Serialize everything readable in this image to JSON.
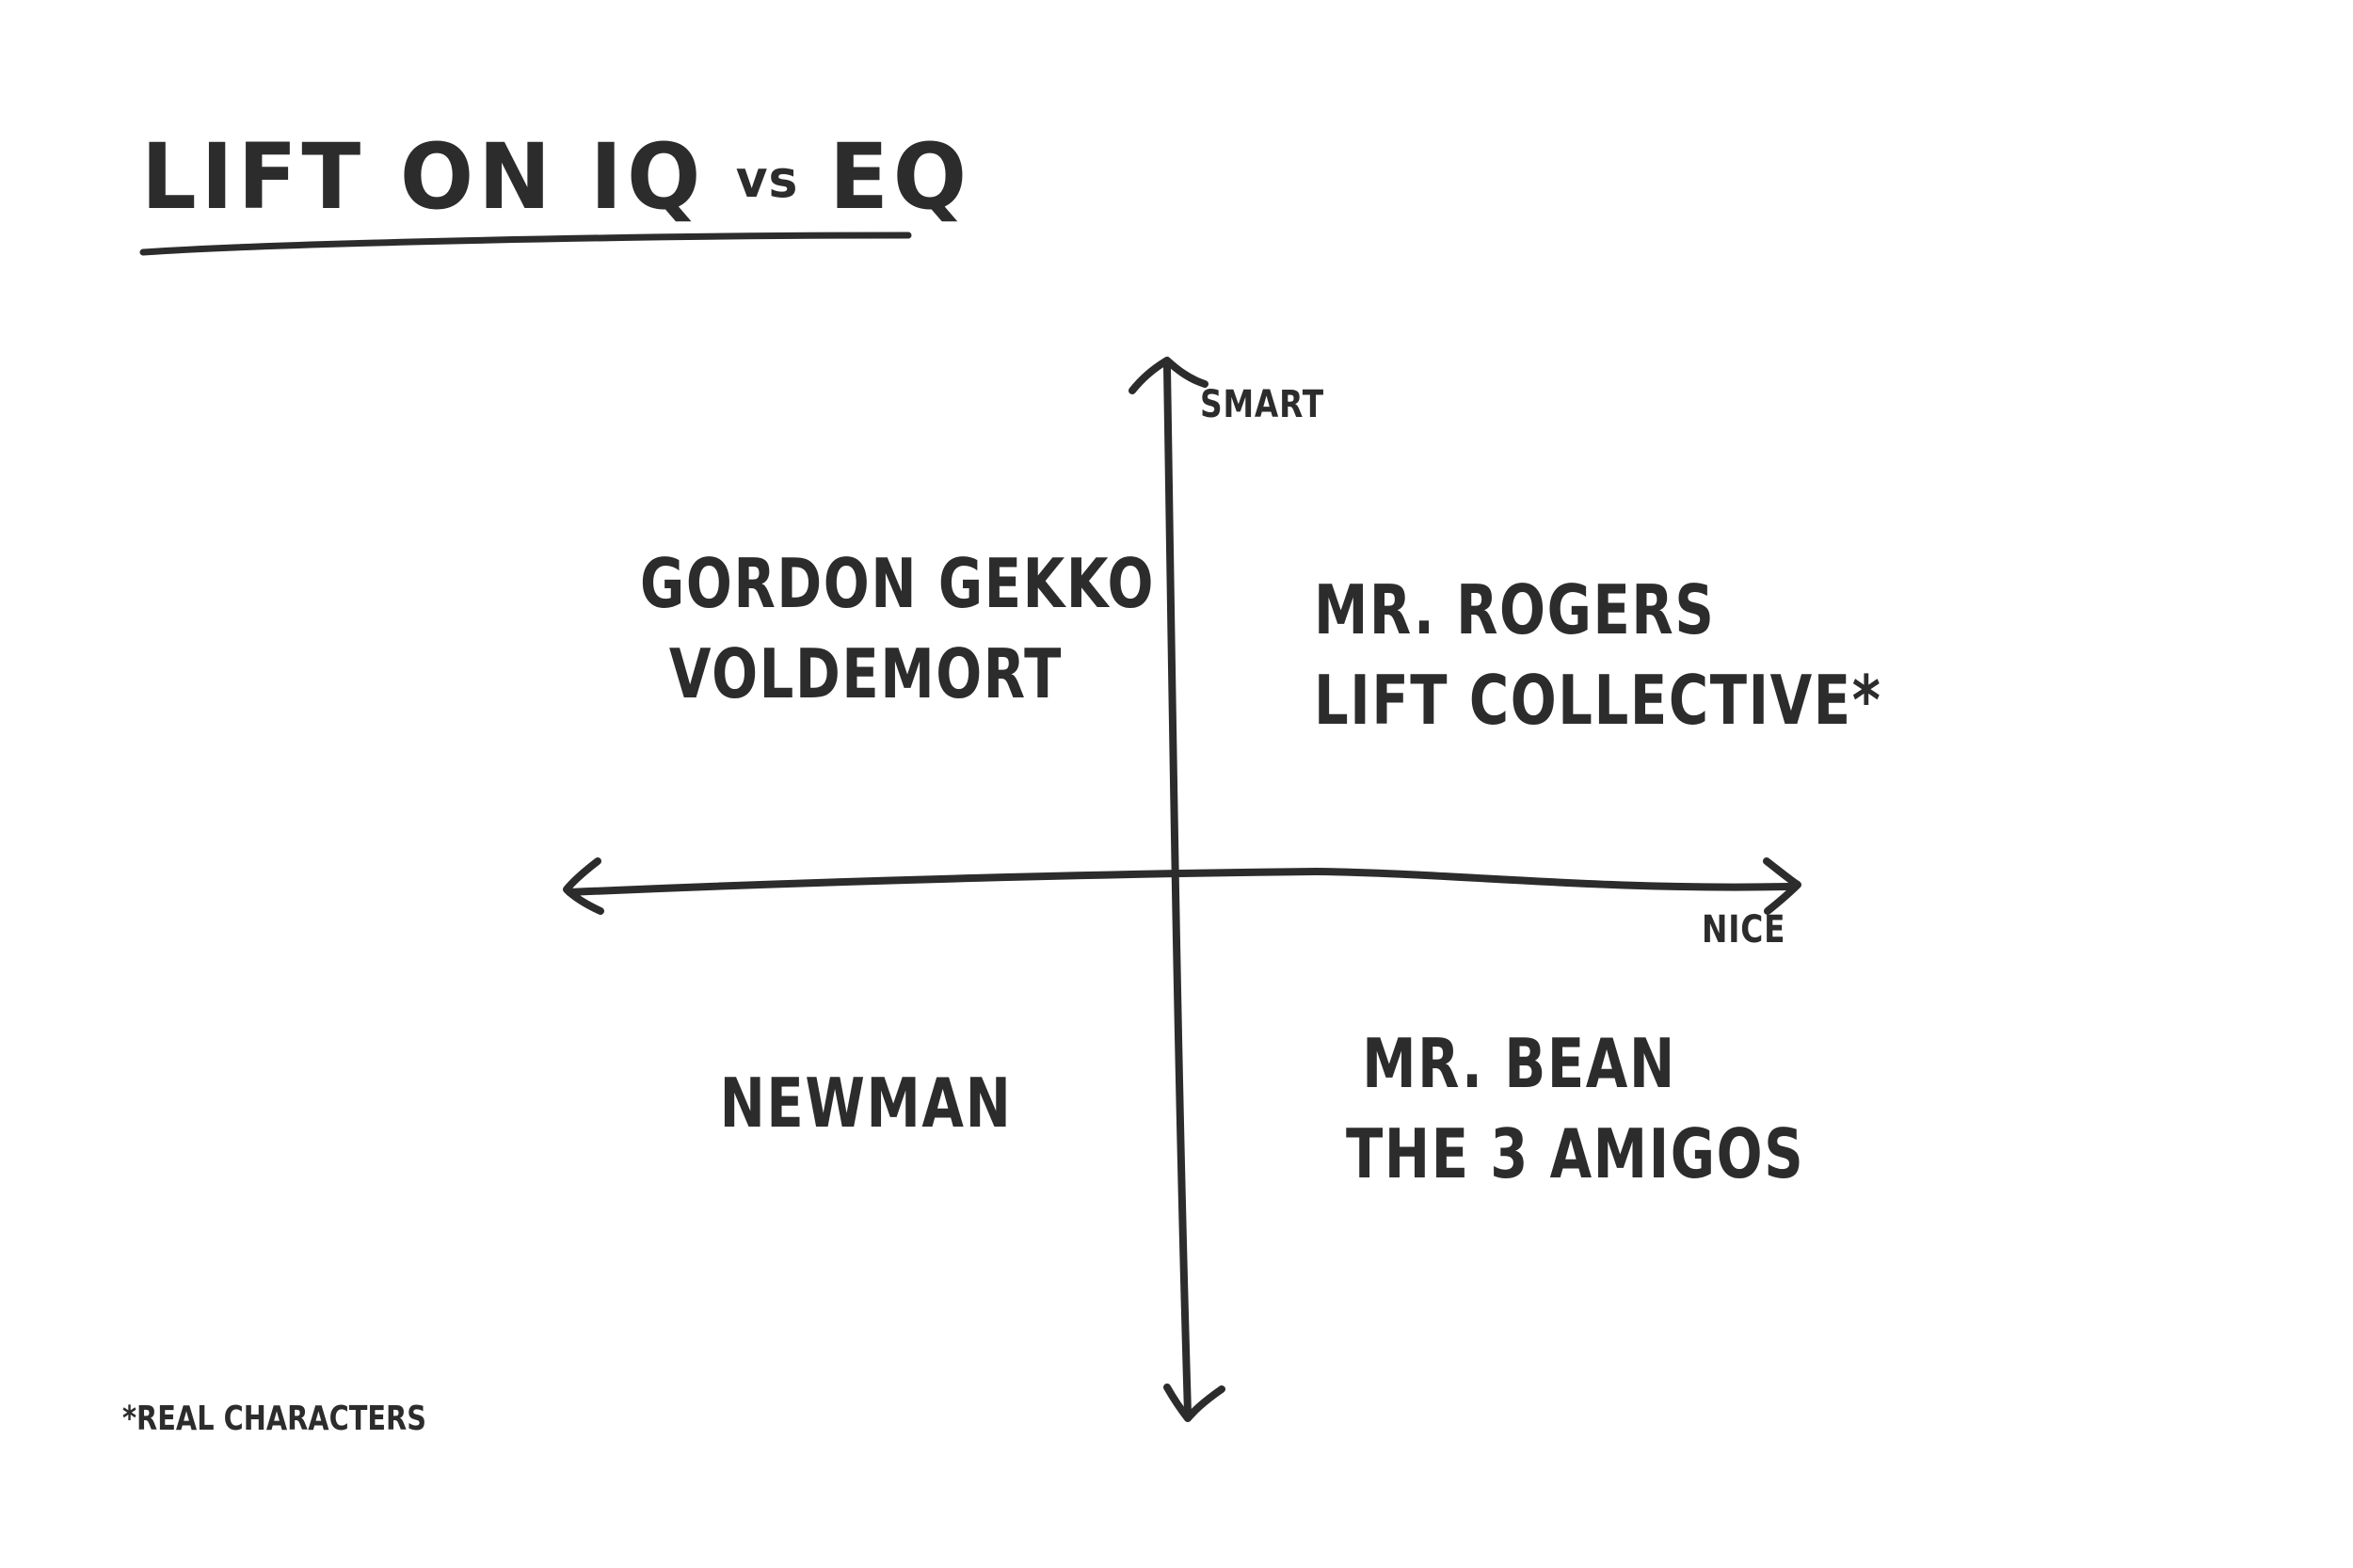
{
  "title": {
    "part1": "LIFT ON IQ",
    "vs": "vs",
    "part2": "EQ"
  },
  "axes": {
    "y_label": "SMART",
    "x_label": "NICE"
  },
  "quadrants": {
    "top_left": [
      "GORDON GEKKO",
      "VOLDEMORT"
    ],
    "top_right": [
      "MR. ROGERS",
      "LIFT COLLECTIVE*"
    ],
    "bottom_left": [
      "NEWMAN"
    ],
    "bottom_right": [
      "MR. BEAN",
      "THE 3 AMIGOS"
    ]
  },
  "footnote": "*REAL CHARACTERS",
  "colors": {
    "ink": "#2c2c2c",
    "background": "#ffffff"
  }
}
